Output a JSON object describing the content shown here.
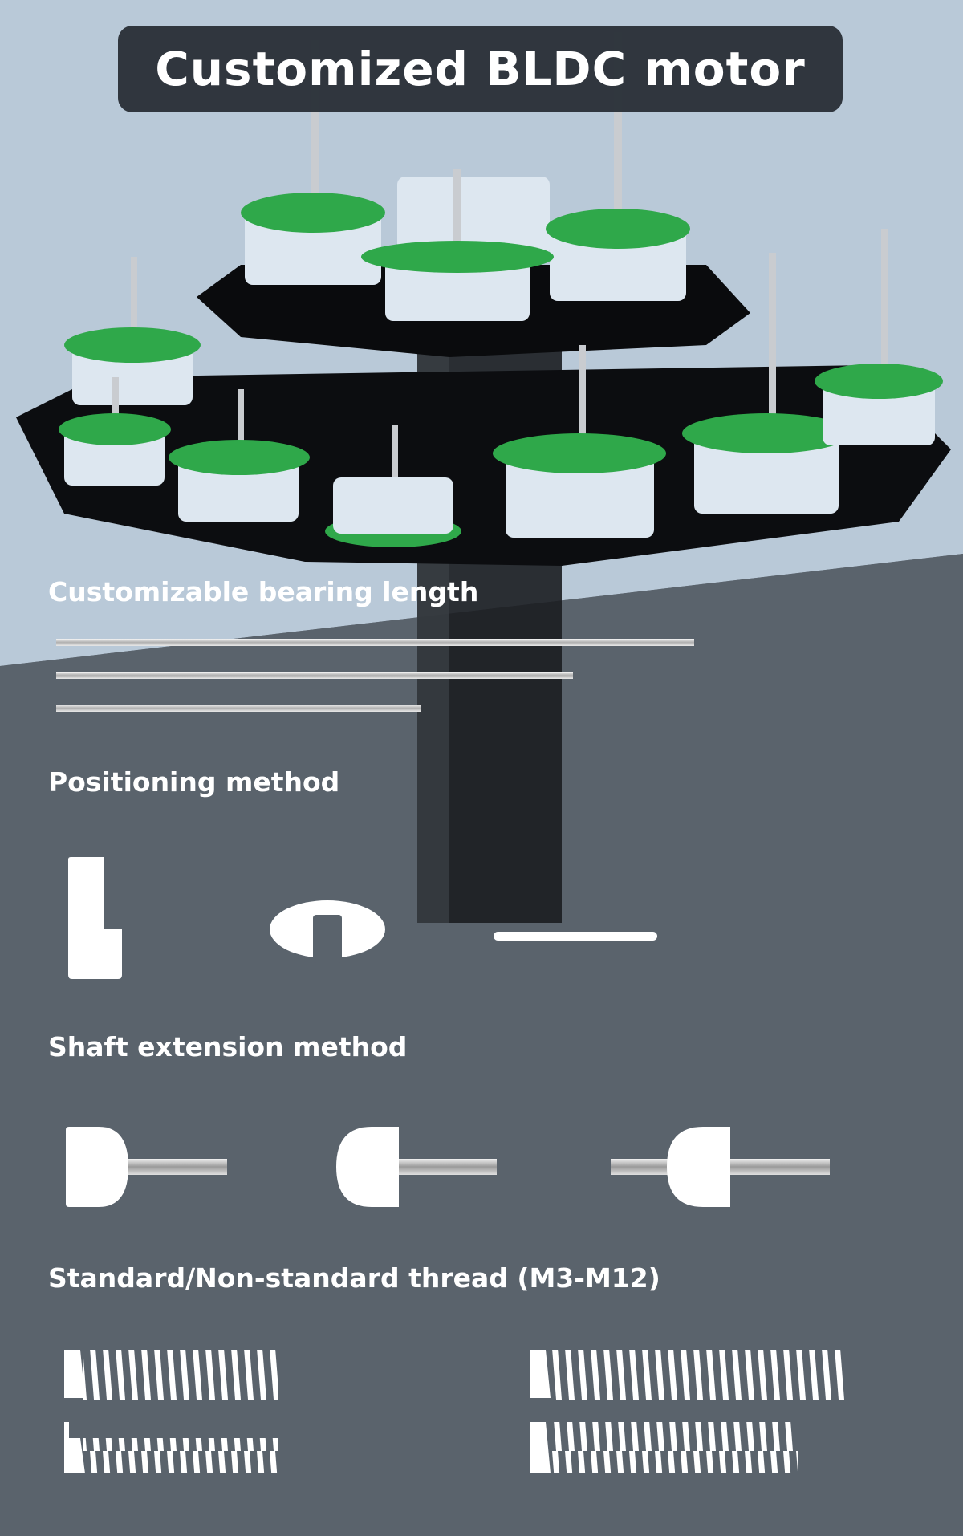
{
  "title": "Customized BLDC motor",
  "sections": {
    "bearing": "Customizable bearing length",
    "positioning": "Positioning method",
    "shaft": "Shaft extension method",
    "thread": "Standard/Non-standard thread (M3-M12)"
  },
  "colors": {
    "sky": "#b9c9d8",
    "panel": "#5a636c",
    "pcb": "#2fa84a",
    "motor": "#dde7f0"
  }
}
